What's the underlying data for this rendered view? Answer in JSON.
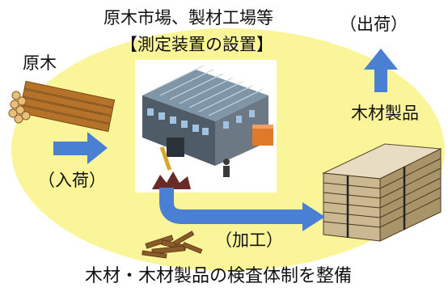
{
  "title_line1": "原木市場、製材工場等",
  "title_line2": "【測定装置の設置】",
  "label_logs": "原木",
  "label_arrival": "（入荷）",
  "label_shipping": "（出荷）",
  "label_lumber": "木材製品",
  "label_processing": "（加工）",
  "caption": "木材・木材製品の検査体制を整備",
  "colors": {
    "ellipse": "#fbf59a",
    "arrow": "#4a80d4",
    "factory_panel": "#ffffff",
    "log": "#b5732a"
  }
}
